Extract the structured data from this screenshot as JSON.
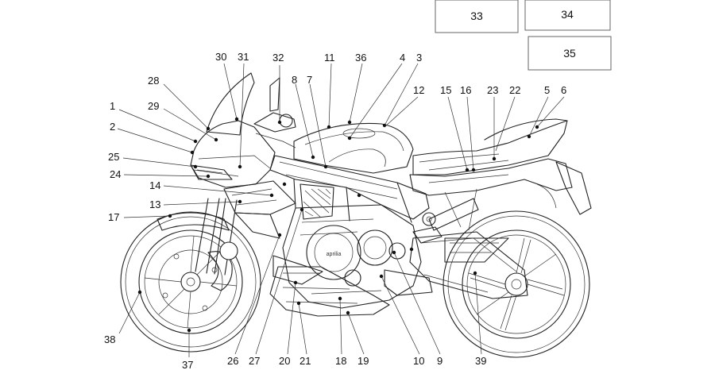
{
  "diagram": {
    "ref_boxes": [
      {
        "id": "box-33",
        "label": "33"
      },
      {
        "id": "box-34",
        "label": "34"
      },
      {
        "id": "box-35",
        "label": "35"
      }
    ],
    "callouts": [
      {
        "num": "1"
      },
      {
        "num": "2"
      },
      {
        "num": "3"
      },
      {
        "num": "4"
      },
      {
        "num": "5"
      },
      {
        "num": "6"
      },
      {
        "num": "7"
      },
      {
        "num": "8"
      },
      {
        "num": "9"
      },
      {
        "num": "10"
      },
      {
        "num": "11"
      },
      {
        "num": "12"
      },
      {
        "num": "13"
      },
      {
        "num": "14"
      },
      {
        "num": "15"
      },
      {
        "num": "16"
      },
      {
        "num": "17"
      },
      {
        "num": "18"
      },
      {
        "num": "19"
      },
      {
        "num": "20"
      },
      {
        "num": "21"
      },
      {
        "num": "22"
      },
      {
        "num": "23"
      },
      {
        "num": "24"
      },
      {
        "num": "25"
      },
      {
        "num": "26"
      },
      {
        "num": "27"
      },
      {
        "num": "28"
      },
      {
        "num": "29"
      },
      {
        "num": "30"
      },
      {
        "num": "31"
      },
      {
        "num": "32"
      },
      {
        "num": "36"
      },
      {
        "num": "37"
      },
      {
        "num": "38"
      },
      {
        "num": "39"
      }
    ],
    "stamp_text": "aprilia"
  }
}
